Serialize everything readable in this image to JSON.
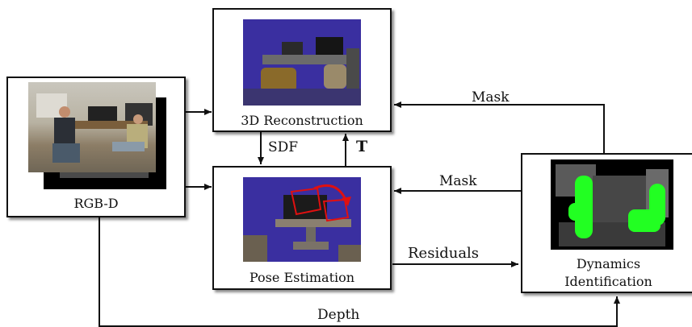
{
  "nodes": {
    "rgbd": {
      "caption": "RGB-D",
      "image": "rgb-photo-and-depth-map"
    },
    "reconstruction": {
      "caption": "3D Reconstruction",
      "image": "point-cloud-reconstruction"
    },
    "pose": {
      "caption": "Pose Estimation",
      "image": "pose-alignment-point-cloud"
    },
    "dynamics": {
      "caption_line1": "Dynamics",
      "caption_line2": "Identification",
      "image": "depth-map-dynamic-mask"
    }
  },
  "edges": {
    "mask_top": "Mask",
    "mask_mid": "Mask",
    "sdf": "SDF",
    "transform": "T",
    "residuals": "Residuals",
    "depth": "Depth"
  },
  "colors": {
    "line": "#111111",
    "mask_green": "#22ff22",
    "pose_arrow": "#e01010",
    "reconstruction_bg": "#3a2fa0"
  }
}
